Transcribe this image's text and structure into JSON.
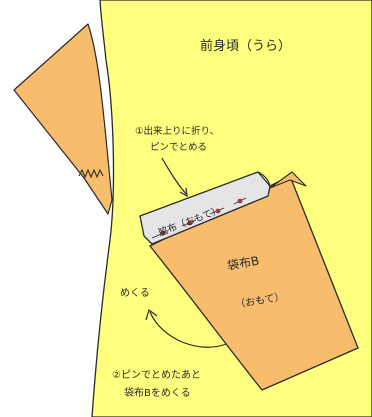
{
  "labels": {
    "front_bodice": "前身頃（うら）",
    "step1_line1": "①出来上りに折り、",
    "step1_line2": "ピンでとめる",
    "facing": "脇布（おもて）",
    "pocket_bag": "袋布B",
    "pocket_bag_side": "（おもて）",
    "flip": "めくる",
    "step2_line1": "②ピンでとめたあと",
    "step2_line2": "袋布Bをめくる"
  },
  "colors": {
    "background": "#ffffff",
    "bodice": "#ffff7f",
    "fabric_orange": "#f7bd6c",
    "facing_gray": "#e5e5e8",
    "pin": "#a33a3f",
    "line": "#2a2a2a"
  }
}
